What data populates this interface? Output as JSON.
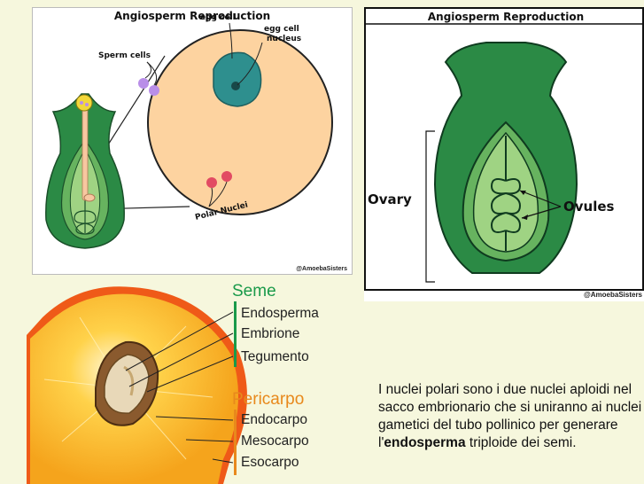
{
  "left_diagram": {
    "title": "Angiosperm Reproduction",
    "labels": {
      "sperm_cells": "Sperm cells",
      "egg_cell": "egg cell",
      "egg_cell_nucleus_1": "egg cell",
      "egg_cell_nucleus_2": "nucleus",
      "polar_nuclei": "Polar Nuclei"
    },
    "credit": "@AmoebaSisters"
  },
  "right_diagram": {
    "title": "Angiosperm Reproduction",
    "labels": {
      "ovary": "Ovary",
      "ovules": "Ovules"
    },
    "credit": "@AmoebaSisters"
  },
  "fruit_diagram": {
    "seme": {
      "title": "Seme",
      "items": [
        "Endosperma",
        "Embrione",
        "Tegumento"
      ]
    },
    "pericarpo": {
      "title": "Pericarpo",
      "items": [
        "Endocarpo",
        "Mesocarpo",
        "Esocarpo"
      ]
    },
    "colors": {
      "seme": "#1a9a4a",
      "pericarpo": "#e8891c"
    }
  },
  "caption": {
    "part1": "I nuclei polari sono i due nuclei aploidi nel sacco embrionario che si uniranno ai nuclei gametici del tubo pollinico per generare l'",
    "bold": "endosperma",
    "part2": " triploide dei semi."
  }
}
